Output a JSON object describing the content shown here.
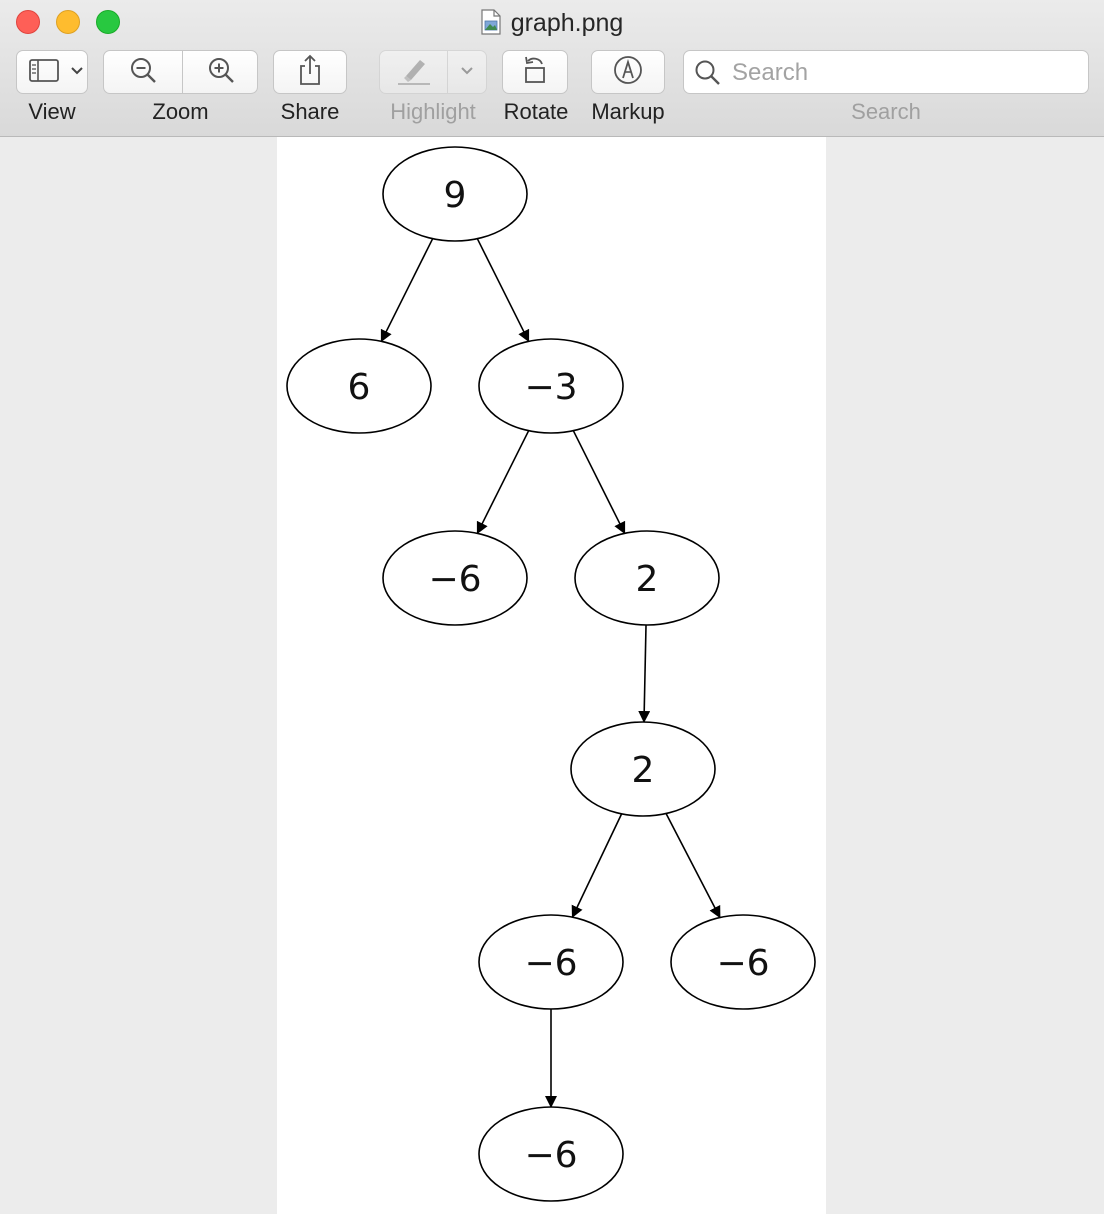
{
  "window": {
    "title": "graph.png",
    "file_icon": "image-file-icon"
  },
  "toolbar": {
    "view_label": "View",
    "zoom_label": "Zoom",
    "share_label": "Share",
    "highlight_label": "Highlight",
    "rotate_label": "Rotate",
    "markup_label": "Markup",
    "search_label": "Search",
    "search_placeholder": "Search",
    "search_value": ""
  },
  "graph": {
    "nodes": [
      {
        "id": "n0",
        "label": "9"
      },
      {
        "id": "n1",
        "label": "6"
      },
      {
        "id": "n2",
        "label": "−3"
      },
      {
        "id": "n3",
        "label": "−6"
      },
      {
        "id": "n4",
        "label": "2"
      },
      {
        "id": "n5",
        "label": "2"
      },
      {
        "id": "n6",
        "label": "−6"
      },
      {
        "id": "n7",
        "label": "−6"
      },
      {
        "id": "n8",
        "label": "−6"
      }
    ],
    "edges": [
      {
        "from": "n0",
        "to": "n1"
      },
      {
        "from": "n0",
        "to": "n2"
      },
      {
        "from": "n2",
        "to": "n3"
      },
      {
        "from": "n2",
        "to": "n4"
      },
      {
        "from": "n4",
        "to": "n5"
      },
      {
        "from": "n5",
        "to": "n6"
      },
      {
        "from": "n5",
        "to": "n7"
      },
      {
        "from": "n6",
        "to": "n8"
      }
    ]
  }
}
